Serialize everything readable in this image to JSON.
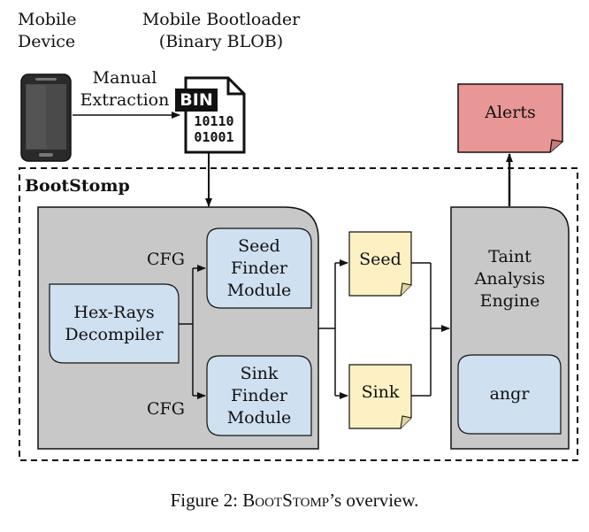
{
  "top": {
    "device_label": [
      "Mobile",
      "Device"
    ],
    "bootloader_label": [
      "Mobile Bootloader",
      "(Binary BLOB)"
    ],
    "manual_extraction": [
      "Manual",
      "Extraction"
    ],
    "bin_badge": "BIN",
    "bin_bits": [
      "10110",
      "01001"
    ],
    "alerts": "Alerts"
  },
  "frame": {
    "title": "BootStomp"
  },
  "modules": {
    "hexrays": [
      "Hex-Rays",
      "Decompiler"
    ],
    "seed_finder": [
      "Seed",
      "Finder",
      "Module"
    ],
    "sink_finder": [
      "Sink",
      "Finder",
      "Module"
    ],
    "cfg_top": "CFG",
    "cfg_bottom": "CFG",
    "seed_note": "Seed",
    "sink_note": "Sink",
    "taint_engine": [
      "Taint",
      "Analysis",
      "Engine"
    ],
    "angr": "angr"
  },
  "caption": {
    "prefix": "Figure 2: ",
    "name": "BootStomp",
    "suffix": "’s overview."
  },
  "colors": {
    "module_fill": "#cfe0f0",
    "note_fill": "#fdf1c4",
    "alert_fill": "#e89696",
    "gray_fill": "#c8c8c8"
  }
}
